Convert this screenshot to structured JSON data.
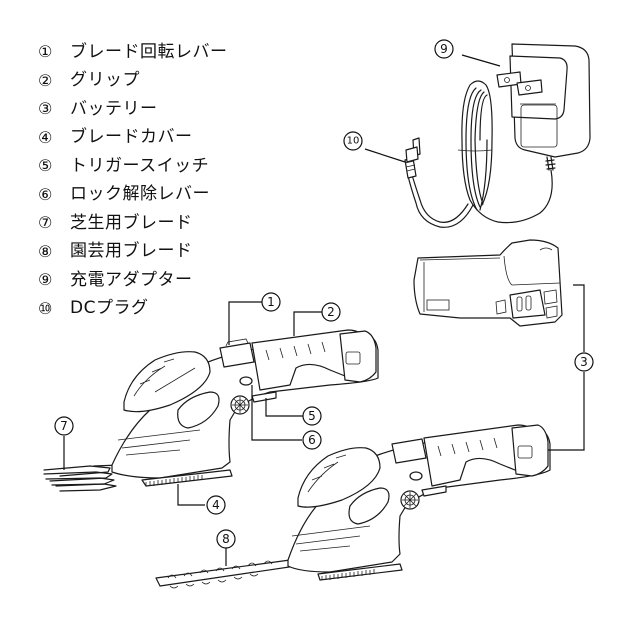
{
  "legend": [
    {
      "num": "①",
      "label": "ブレード回転レバー"
    },
    {
      "num": "②",
      "label": "グリップ"
    },
    {
      "num": "③",
      "label": "バッテリー"
    },
    {
      "num": "④",
      "label": "ブレードカバー"
    },
    {
      "num": "⑤",
      "label": "トリガースイッチ"
    },
    {
      "num": "⑥",
      "label": "ロック解除レバー"
    },
    {
      "num": "⑦",
      "label": "芝生用ブレード"
    },
    {
      "num": "⑧",
      "label": "園芸用ブレード"
    },
    {
      "num": "⑨",
      "label": "充電アダプター"
    },
    {
      "num": "⑩",
      "label": "DCプラグ"
    }
  ],
  "callouts": {
    "c1": "1",
    "c2": "2",
    "c3": "3",
    "c4": "4",
    "c5": "5",
    "c6": "6",
    "c7": "7",
    "c8": "8",
    "c9": "9",
    "c10": "10"
  },
  "components": {
    "adapter": "charging-adapter",
    "dc_plug": "dc-plug",
    "battery": "battery-pack",
    "shear_grass": "shear-with-grass-blade",
    "shear_garden": "shear-with-garden-blade"
  }
}
